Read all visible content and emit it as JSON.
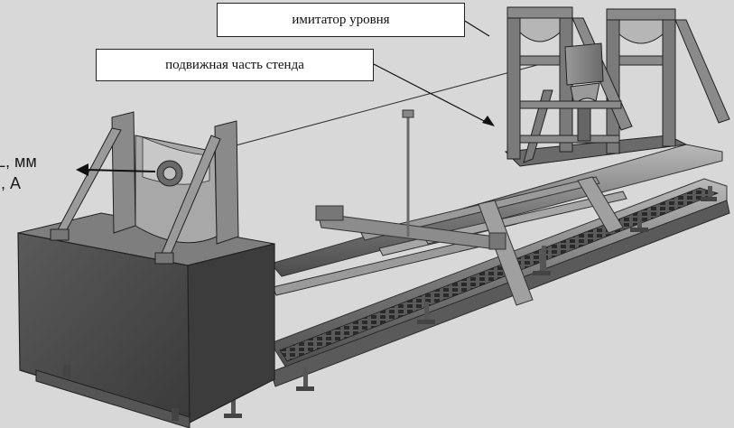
{
  "callouts": {
    "level_simulator": "имитатор уровня",
    "moving_part": "подвижная часть стенда"
  },
  "side_labels": {
    "length": "L, мм",
    "current": "I, А"
  },
  "colors": {
    "background": "#d8d8d8",
    "frame_dark": "#3a3a3a",
    "frame_mid": "#8a8a8a",
    "frame_light": "#c4c4c4",
    "box_face": "#4a4a4a",
    "box_side": "#2e2e2e"
  }
}
